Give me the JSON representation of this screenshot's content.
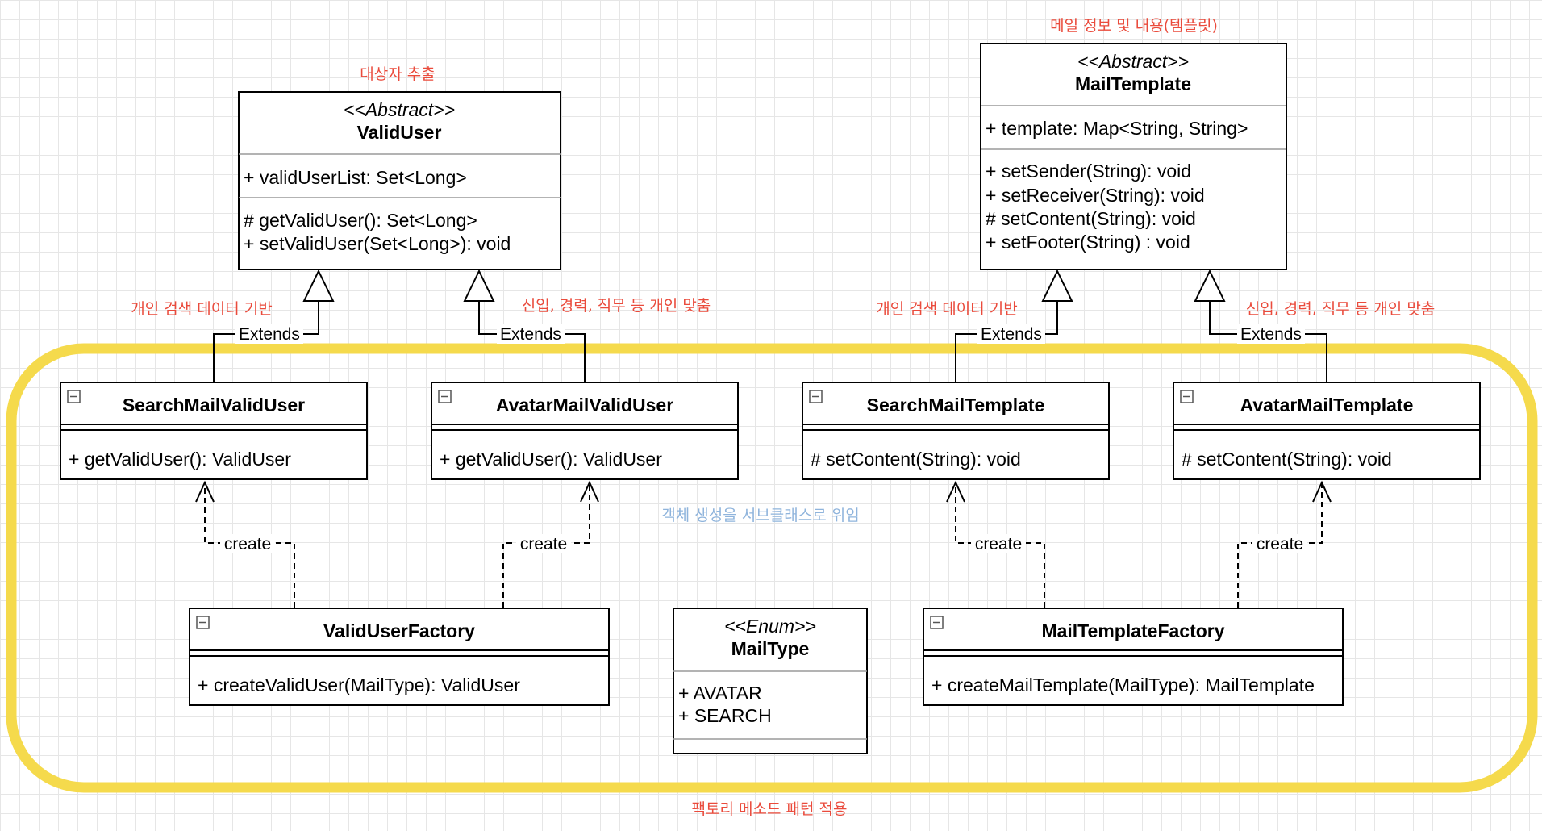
{
  "notes": {
    "target_extraction": "대상자 추출",
    "mail_info_template": "메일 정보 및 내용(템플릿)",
    "search_basis_left": "개인 검색 데이터 기반",
    "custom_left": "신입, 경력, 직무 등 개인 맞춤",
    "search_basis_right": "개인 검색 데이터 기반",
    "custom_right": "신입, 경력, 직무 등 개인 맞춤",
    "delegation": "객체 생성을 서브클래스로 위임",
    "factory_method": "팩토리 메소드 패턴 적용"
  },
  "classes": {
    "valid_user": {
      "stereotype": "<<Abstract>>",
      "name": "ValidUser",
      "attributes": [
        "+ validUserList: Set<Long>"
      ],
      "methods": [
        "# getValidUser(): Set<Long>",
        "+ setValidUser(Set<Long>): void"
      ]
    },
    "mail_template": {
      "stereotype": "<<Abstract>>",
      "name": "MailTemplate",
      "attributes": [
        "+ template: Map<String, String>"
      ],
      "methods": [
        "+ setSender(String): void",
        "+ setReceiver(String): void",
        "# setContent(String): void",
        "+ setFooter(String) : void"
      ]
    },
    "search_mail_valid_user": {
      "name": "SearchMailValidUser",
      "methods": [
        "+ getValidUser(): ValidUser"
      ]
    },
    "avatar_mail_valid_user": {
      "name": "AvatarMailValidUser",
      "methods": [
        "+ getValidUser(): ValidUser"
      ]
    },
    "search_mail_template": {
      "name": "SearchMailTemplate",
      "methods": [
        "# setContent(String): void"
      ]
    },
    "avatar_mail_template": {
      "name": "AvatarMailTemplate",
      "methods": [
        "# setContent(String): void"
      ]
    },
    "valid_user_factory": {
      "name": "ValidUserFactory",
      "methods": [
        "+ createValidUser(MailType): ValidUser"
      ]
    },
    "mail_type": {
      "stereotype": "<<Enum>>",
      "name": "MailType",
      "values": [
        "+ AVATAR",
        "+ SEARCH"
      ]
    },
    "mail_template_factory": {
      "name": "MailTemplateFactory",
      "methods": [
        "+ createMailTemplate(MailType): MailTemplate"
      ]
    }
  },
  "relations": {
    "extends_label": "Extends",
    "create_label": "create"
  },
  "colors": {
    "highlight": "#f5da4c",
    "note_red": "#ea4b3c",
    "note_blue": "#8fb4dc"
  }
}
